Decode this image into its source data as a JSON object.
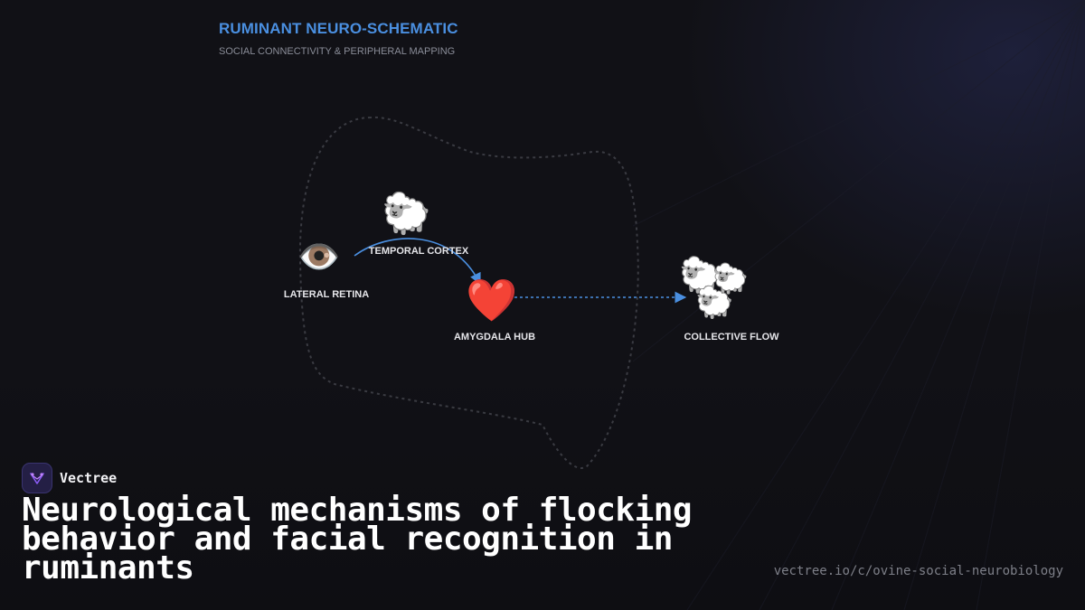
{
  "diagram": {
    "title": "RUMINANT NEURO-SCHEMATIC",
    "subtitle": "SOCIAL CONNECTIVITY & PERIPHERAL MAPPING",
    "accent_color": "#4a8fe0",
    "outline_color": "#3a3b42",
    "nodes": [
      {
        "id": "lateral-retina",
        "label": "LATERAL RETINA",
        "icon": "eye-icon",
        "glyph": "👁️"
      },
      {
        "id": "temporal-cortex",
        "label": "TEMPORAL CORTEX",
        "icon": "sheep-icon",
        "glyph": "🐑"
      },
      {
        "id": "amygdala-hub",
        "label": "AMYGDALA HUB",
        "icon": "heart-icon",
        "glyph": "❤️"
      },
      {
        "id": "collective-flow",
        "label": "COLLECTIVE FLOW",
        "icon": "sheep-flock-icon",
        "glyph": "🐑"
      }
    ],
    "edges": [
      {
        "from": "lateral-retina",
        "to": "amygdala-hub",
        "via": "temporal-cortex",
        "style": "solid-curve"
      },
      {
        "from": "amygdala-hub",
        "to": "collective-flow",
        "style": "dashed"
      }
    ]
  },
  "brand": {
    "name": "Vectree",
    "logo_icon": "vectree-logo-icon",
    "logo_color": "#8b5cf6"
  },
  "headline": "Neurological mechanisms of flocking behavior and facial recognition in ruminants",
  "url": "vectree.io/c/ovine-social-neurobiology"
}
